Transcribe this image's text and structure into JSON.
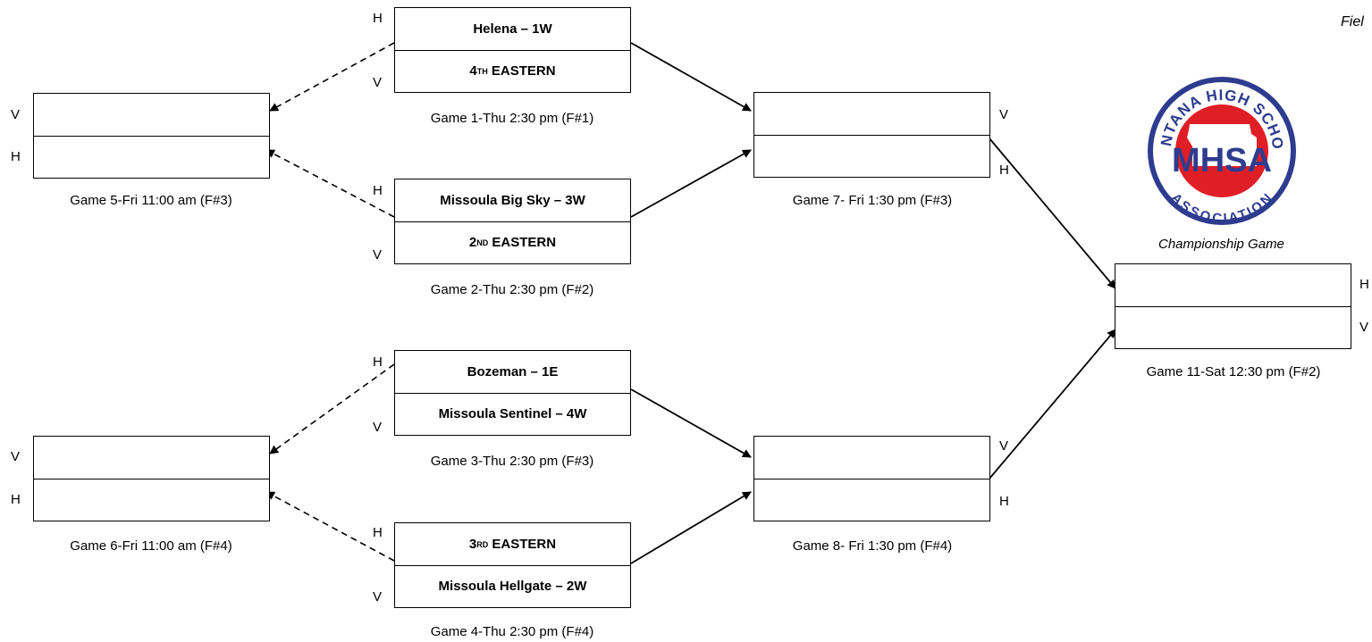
{
  "field_label": "Fiel",
  "champ_label": "Championship Game",
  "logo": {
    "top_text": "MONTANA HIGH SCHOOL",
    "center_text": "MHSA",
    "bottom_text": "ASSOCIATION",
    "colors": {
      "ring": "#2e3c8f",
      "fill": "#e01e26",
      "state": "#ffffff"
    }
  },
  "games": [
    {
      "id": "g1",
      "top": "Helena – 1W",
      "bottom_pre": "4",
      "bottom_sup": "TH",
      "bottom_post": " EASTERN",
      "top_tag": "H",
      "bottom_tag": "V",
      "caption": "Game 1-Thu 2:30 pm (F#1)"
    },
    {
      "id": "g2",
      "top": "Missoula Big Sky – 3W",
      "bottom_pre": "2",
      "bottom_sup": "ND",
      "bottom_post": " EASTERN",
      "top_tag": "H",
      "bottom_tag": "V",
      "caption": "Game 2-Thu 2:30 pm (F#2)"
    },
    {
      "id": "g3",
      "top": "Bozeman – 1E",
      "bottom": "Missoula Sentinel – 4W",
      "top_tag": "H",
      "bottom_tag": "V",
      "caption": "Game 3-Thu 2:30 pm (F#3)"
    },
    {
      "id": "g4",
      "top_pre": "3",
      "top_sup": "RD",
      "top_post": " EASTERN",
      "bottom": "Missoula Hellgate – 2W",
      "top_tag": "H",
      "bottom_tag": "V",
      "caption": "Game 4-Thu 2:30 pm (F#4)"
    },
    {
      "id": "g5",
      "top_tag": "V",
      "bottom_tag": "H",
      "caption": "Game 5-Fri 11:00 am (F#3)"
    },
    {
      "id": "g6",
      "top_tag": "V",
      "bottom_tag": "H",
      "caption": "Game 6-Fri 11:00 am (F#4)"
    },
    {
      "id": "g7",
      "top_tag": "V",
      "bottom_tag": "H",
      "caption": "Game 7- Fri 1:30 pm (F#3)"
    },
    {
      "id": "g8",
      "top_tag": "V",
      "bottom_tag": "H",
      "caption": "Game 8- Fri 1:30 pm (F#4)"
    },
    {
      "id": "g11",
      "top_tag": "H",
      "bottom_tag": "V",
      "caption": "Game 11-Sat 12:30 pm (F#2)"
    }
  ]
}
